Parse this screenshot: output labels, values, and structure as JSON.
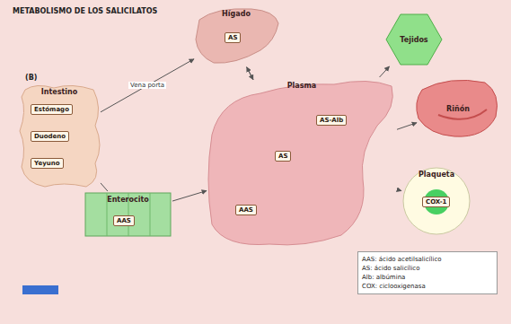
{
  "diagram": {
    "title": "METABOLISMO DE LOS SALICILATOS",
    "nodes": [
      {
        "text": [
          "Hígado"
        ]
      },
      {
        "text": [
          "AS"
        ],
        "in": 0
      },
      {
        "text": [
          "Intestino"
        ]
      },
      {
        "text": [
          "Estómago"
        ],
        "in": 2
      },
      {
        "text": [
          "Duodeno"
        ],
        "in": 2
      },
      {
        "text": [
          "Yeyuno"
        ],
        "in": 2
      },
      {
        "text": [
          "Enterocito"
        ]
      },
      {
        "text": [
          "AAS"
        ],
        "in": 6
      },
      {
        "text": [
          "Plasma"
        ]
      },
      {
        "text": [
          "AAS"
        ],
        "in": 8
      },
      {
        "text": [
          "AS"
        ],
        "in": 8
      },
      {
        "text": [
          "AS-Alb"
        ],
        "in": 8
      },
      {
        "text": [
          "Tejidos"
        ]
      },
      {
        "text": [
          "Riñón"
        ]
      },
      {
        "text": [
          "Plaqueta"
        ]
      },
      {
        "text": [
          "COX-1"
        ],
        "in": 14
      }
    ],
    "edges": [
      {
        "from": 2,
        "to": 0,
        "arrow": "to",
        "label": "Vena porta"
      },
      {
        "from": 2,
        "to": 6,
        "arrow": "none"
      },
      {
        "from": 6,
        "to": 8,
        "arrow": "to"
      },
      {
        "from": 8,
        "to": 0,
        "arrow": "to"
      },
      {
        "from": 0,
        "to": 8,
        "arrow": "to"
      },
      {
        "from": 8,
        "to": 12,
        "arrow": "to"
      },
      {
        "from": 8,
        "to": 13,
        "arrow": "to"
      },
      {
        "from": 8,
        "to": 14,
        "arrow": "to"
      }
    ],
    "labels": [
      "(B)"
    ],
    "legend": [
      {
        "text": "AAS: ácido acetilsalicílico"
      },
      {
        "text": "AS: ácido salicílico"
      },
      {
        "text": "Alb: albúmina"
      },
      {
        "text": "COX: ciclooxigenasa"
      }
    ]
  }
}
